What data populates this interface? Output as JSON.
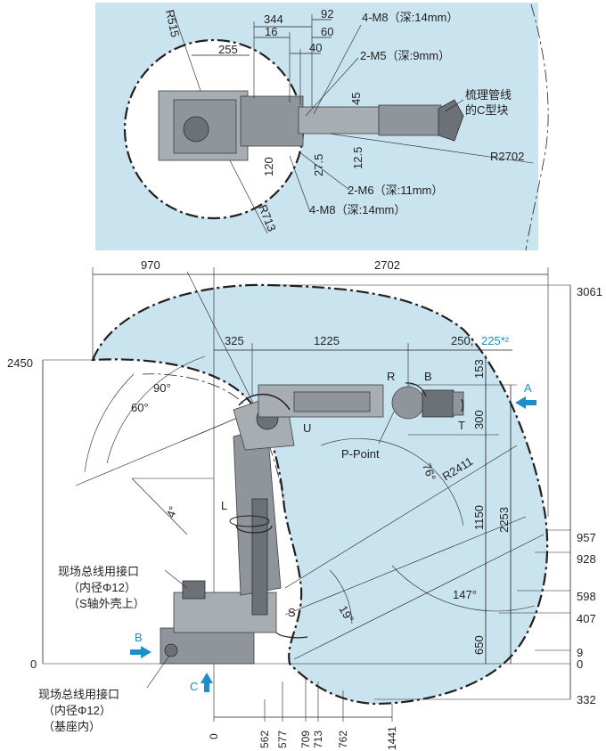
{
  "top_view": {
    "labels": {
      "r515": "R515",
      "r713": "R713",
      "r2702": "R2702",
      "d344": "344",
      "d92": "92",
      "d16": "16",
      "d60": "60",
      "d255": "255",
      "d40": "40",
      "d45": "45",
      "d120": "120",
      "d27_5": "27.5",
      "d12_5": "12.5",
      "note_4m8_top": "4-M8（深:14mm）",
      "note_2m5": "2-M5（深:9mm）",
      "note_2m6": "2-M6（深:11mm）",
      "note_4m8_bottom": "4-M8（深:14mm）",
      "cable_block_line1": "梳理管线",
      "cable_block_line2": "的C型块"
    }
  },
  "side_view": {
    "top_dims": {
      "d970": "970",
      "d2702": "2702"
    },
    "arm_dims": {
      "d325": "325",
      "d1225": "1225",
      "d250": "250,",
      "d225": "225*²"
    },
    "right_dims": {
      "d3061": "3061",
      "d957": "957",
      "d928": "928",
      "d598": "598",
      "d407": "407",
      "d9": "9",
      "d0": "0",
      "d332": "332"
    },
    "vertical_dims": {
      "d153": "153",
      "d300": "300",
      "d1150": "1150",
      "d2253": "2253",
      "d650": "650"
    },
    "left_dims": {
      "d2450": "2450",
      "d0": "0"
    },
    "bottom_dims": {
      "d0": "0",
      "d562": "562",
      "d577": "577",
      "d709": "709",
      "d713": "713",
      "d762": "762",
      "d1441": "1441"
    },
    "angles": {
      "a60": "60°",
      "a90": "90°",
      "a4": "4°",
      "a76": "76°",
      "a147": "147°",
      "a19": "19°"
    },
    "radius": {
      "r2411": "R2411"
    },
    "axes": {
      "R": "R",
      "B": "B",
      "T": "T",
      "U": "U",
      "L": "L",
      "S": "S"
    },
    "p_point": "P-Point",
    "views": {
      "A": "A",
      "B": "B",
      "C": "C"
    },
    "note_s_axis": {
      "line1": "现场总线用接口",
      "line2": "（内径Φ12）",
      "line3": "（S轴外壳上）"
    },
    "note_base": {
      "line1": "现场总线用接口",
      "line2": "（内径Φ12）",
      "line3": "（基座内）"
    }
  },
  "colors": {
    "envelope": "#c9e3ef",
    "accent": "#1a8fc9",
    "robot": "#8f959b"
  }
}
